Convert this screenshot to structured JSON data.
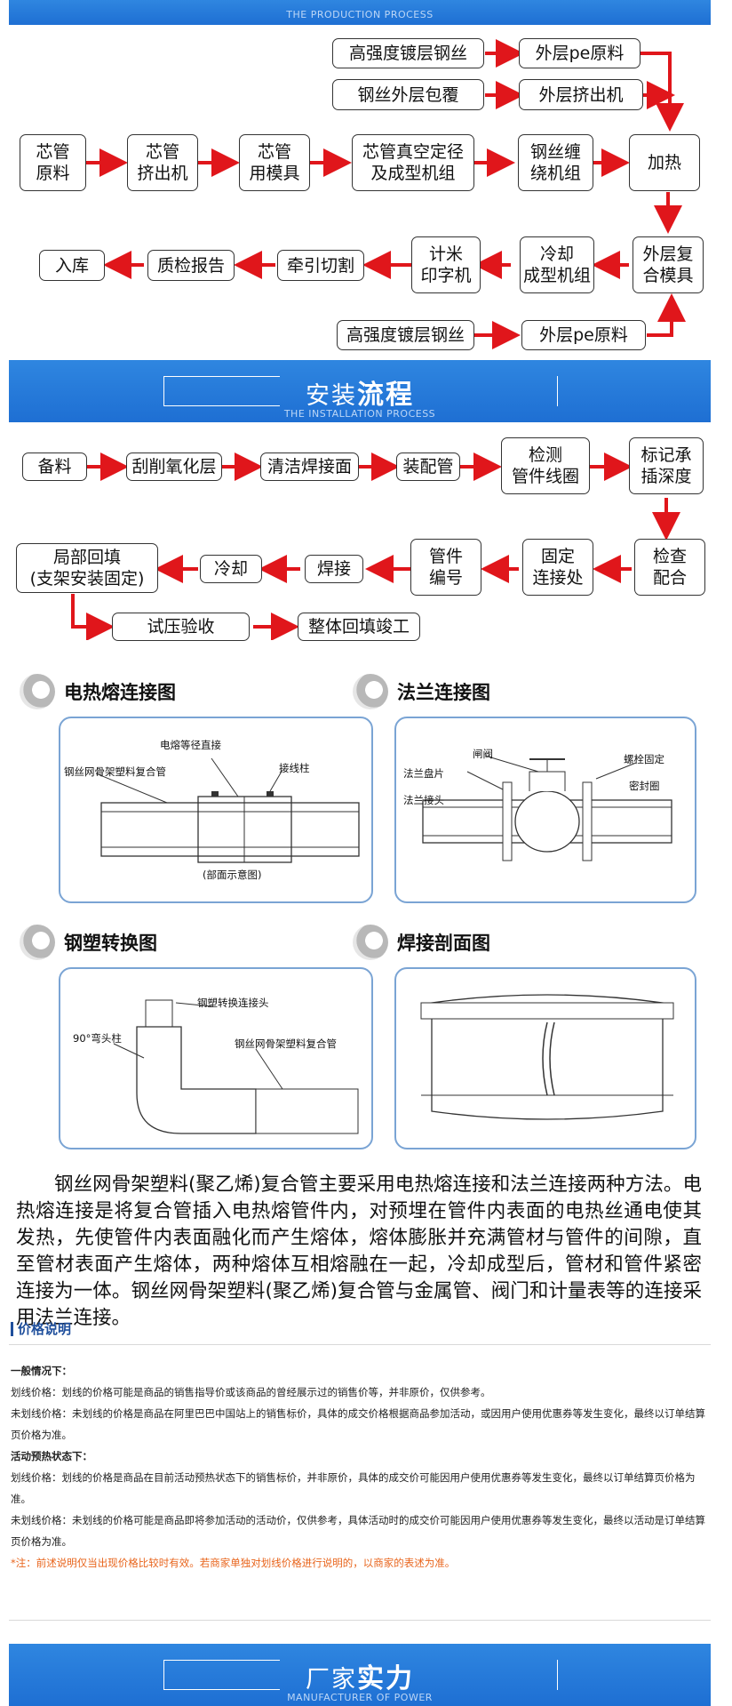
{
  "production": {
    "subtitle": "THE PRODUCTION PROCESS",
    "row0": [
      "高强度镀层钢丝",
      "外层pe原料"
    ],
    "row1": [
      "钢丝外层包覆",
      "外层挤出机"
    ],
    "row2": [
      "芯管\n原料",
      "芯管\n挤出机",
      "芯管\n用模具",
      "芯管真空定径\n及成型机组",
      "钢丝缠\n绕机组",
      "加热"
    ],
    "row3": [
      "入库",
      "质检报告",
      "牵引切割",
      "计米\n印字机",
      "冷却\n成型机组",
      "外层复\n合模具"
    ],
    "row4": [
      "高强度镀层钢丝",
      "外层pe原料"
    ]
  },
  "installation": {
    "title_light": "安装",
    "title_bold": "流程",
    "subtitle": "THE INSTALLATION PROCESS",
    "row1": [
      "备料",
      "刮削氧化层",
      "清洁焊接面",
      "装配管",
      "检测\n管件线圈",
      "标记承\n插深度"
    ],
    "row2": [
      "局部回填\n(支架安装固定)",
      "冷却",
      "焊接",
      "管件\n编号",
      "固定\n连接处",
      "检查\n配合"
    ],
    "row3": [
      "试压验收",
      "整体回填竣工"
    ]
  },
  "diagrams": {
    "electro": {
      "title": "电热熔连接图",
      "labels": [
        "电熔等径直接",
        "接线柱",
        "钢丝网骨架塑料复合管",
        "(部面示意图)"
      ]
    },
    "flange": {
      "title": "法兰连接图",
      "labels": [
        "闸阀",
        "螺栓固定",
        "法兰盘片",
        "密封圈",
        "法兰接头"
      ]
    },
    "steel": {
      "title": "钢塑转换图",
      "labels": [
        "钢塑转换连接头",
        "90°弯头柱",
        "钢丝网骨架塑料复合管"
      ]
    },
    "weld": {
      "title": "焊接剖面图"
    }
  },
  "paragraph": "钢丝网骨架塑料(聚乙烯)复合管主要采用电热熔连接和法兰连接两种方法。电热熔连接是将复合管插入电热熔管件内，对预埋在管件内表面的电热丝通电使其发热，先使管件内表面融化而产生熔体，熔体膨胀并充满管材与管件的间隙，直至管材表面产生熔体，两种熔体互相熔融在一起，冷却成型后，管材和管件紧密连接为一体。钢丝网骨架塑料(聚乙烯)复合管与金属管、阀门和计量表等的连接采用法兰连接。",
  "price": {
    "heading": "价格说明",
    "general_title": "一般情况下：",
    "general_1": "划线价格：划线的价格可能是商品的销售指导价或该商品的曾经展示过的销售价等，并非原价，仅供参考。",
    "general_2": "未划线价格：未划线的价格是商品在阿里巴巴中国站上的销售标价，具体的成交价格根据商品参加活动，或因用户使用优惠券等发生变化，最终以订单结算页价格为准。",
    "preheat_title": "活动预热状态下：",
    "preheat_1": "划线价格：划线的价格是商品在目前活动预热状态下的销售标价，并非原价，具体的成交价可能因用户使用优惠券等发生变化，最终以订单结算页价格为准。",
    "preheat_2": "未划线价格：未划线的价格可能是商品即将参加活动的活动价，仅供参考，具体活动时的成交价可能因用户使用优惠券等发生变化，最终以活动是订单结算页价格为准。",
    "note": "*注：前述说明仅当出现价格比较时有效。若商家单独对划线价格进行说明的，以商家的表述为准。"
  },
  "manufacturer": {
    "title_light": "厂家",
    "title_bold": "实力",
    "subtitle": "MANUFACTURER OF POWER"
  },
  "colors": {
    "accent": "#1e6fd3",
    "arrow": "#e0161b",
    "panel_border": "#7aa4d4"
  }
}
